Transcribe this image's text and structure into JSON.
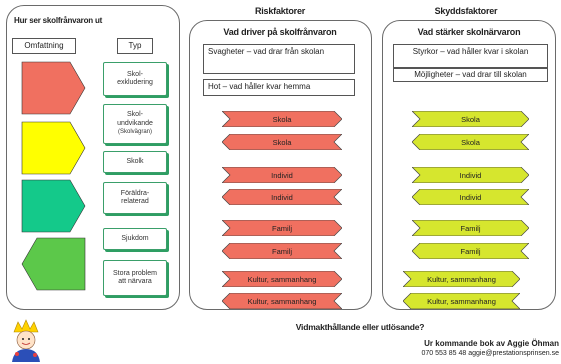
{
  "left": {
    "title": "Hur ser skolfrånvaron ut",
    "omfattning": "Omfattning",
    "typ": "Typ",
    "types": [
      {
        "label": "Skol-\nexkludering",
        "sub": ""
      },
      {
        "label": "Skol-\nundvikande",
        "sub": "(Skolvägran)"
      },
      {
        "label": "Skolk",
        "sub": ""
      },
      {
        "label": "Föräldra-\nrelaterad",
        "sub": ""
      },
      {
        "label": "Sjukdom",
        "sub": ""
      },
      {
        "label": "Stora problem\natt närvara",
        "sub": ""
      }
    ],
    "shape_colors": [
      "#f07060",
      "#ffff00",
      "#14c98a",
      "#5cc84a"
    ]
  },
  "risk": {
    "heading": "Riskfaktorer",
    "title": "Vad driver på skolfrånvaron",
    "box1": "Svagheter – vad drar från skolan",
    "box2": "Hot – vad håller kvar hemma",
    "arrows": [
      "Skola",
      "Skola",
      "Individ",
      "Individ",
      "Familj",
      "Familj",
      "Kultur, sammanhang",
      "Kultur, sammanhang"
    ],
    "color": "#f07060"
  },
  "protect": {
    "heading": "Skyddsfaktorer",
    "title": "Vad stärker skolnärvaron",
    "box1": "Styrkor – vad håller kvar i skolan",
    "box2": "Möjligheter – vad drar till skolan",
    "arrows": [
      "Skola",
      "Skola",
      "Individ",
      "Individ",
      "Familj",
      "Familj",
      "Kultur, sammanhang",
      "Kultur, sammanhang"
    ],
    "color": "#d6e62e"
  },
  "footer": {
    "question": "Vidmakthållande eller utlösande?",
    "book": "Ur kommande bok av Aggie Öhman",
    "contact": "070 553 85 48 aggie@prestationsprinsen.se"
  }
}
